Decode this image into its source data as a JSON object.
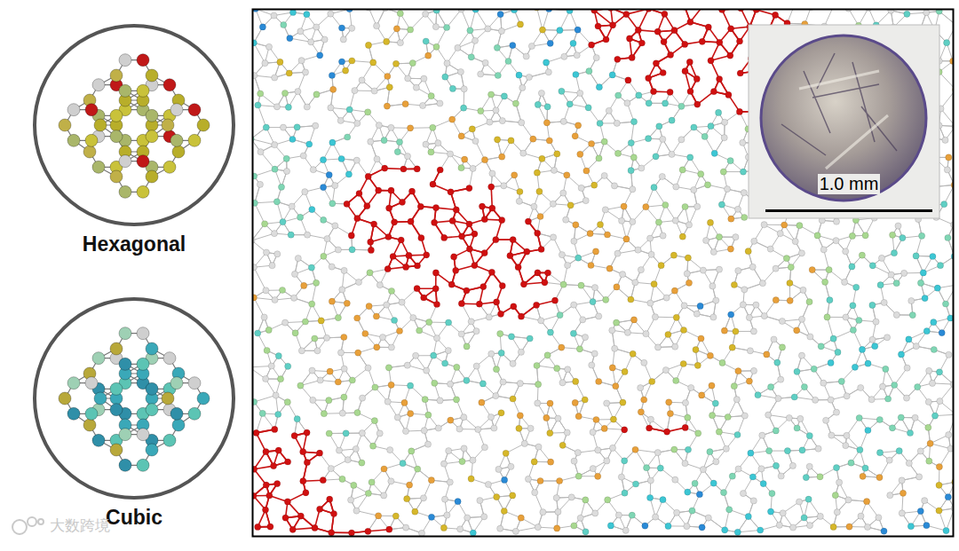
{
  "diagram": {
    "nodes": [
      {
        "text": [
          "Hexagonal"
        ]
      },
      {
        "text": [
          "Cubic"
        ]
      }
    ],
    "labels": [
      "1.0 mm",
      "大数跨境"
    ]
  }
}
